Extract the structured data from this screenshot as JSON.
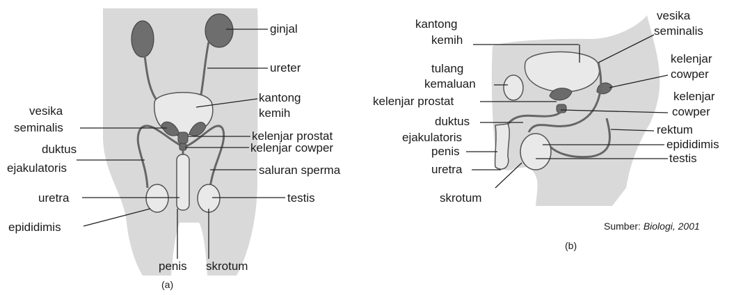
{
  "figure_a": {
    "caption": "(a)",
    "labels": {
      "ginjal": "ginjal",
      "ureter": "ureter",
      "kantong_kemih_1": "kantong",
      "kantong_kemih_2": "kemih",
      "vesika_1": "vesika",
      "vesika_2": "seminalis",
      "kelenjar_prostat": "kelenjar  prostat",
      "kelenjar_cowper": "kelenjar  cowper",
      "duktus_1": "duktus",
      "duktus_2": "ejakulatoris",
      "saluran_sperma": "saluran  sperma",
      "uretra": "uretra",
      "testis": "testis",
      "epididimis": "epididimis",
      "penis": "penis",
      "skrotum": "skrotum"
    }
  },
  "figure_b": {
    "caption": "(b)",
    "labels": {
      "kantong_kemih_1": "kantong",
      "kantong_kemih_2": "kemih",
      "vesika_1": "vesika",
      "vesika_2": "seminalis",
      "kelenjar_cowper_top_1": "kelenjar",
      "kelenjar_cowper_top_2": "cowper",
      "tulang_1": "tulang",
      "tulang_2": "kemaluan",
      "kelenjar_prostat": "kelenjar  prostat",
      "kelenjar_cowper_mid_1": "kelenjar",
      "kelenjar_cowper_mid_2": "cowper",
      "duktus_1": "duktus",
      "duktus_2": "ejakulatoris",
      "rektum": "rektum",
      "penis": "penis",
      "epididimis": "epididimis",
      "uretra": "uretra",
      "testis": "testis",
      "skrotum": "skrotum"
    }
  },
  "source": {
    "prefix": "Sumber: ",
    "work": "Biologi, 2001"
  },
  "colors": {
    "body": "#d9d9d9",
    "organ_dark": "#6b6b6b",
    "ink": "#1a1a1a"
  }
}
